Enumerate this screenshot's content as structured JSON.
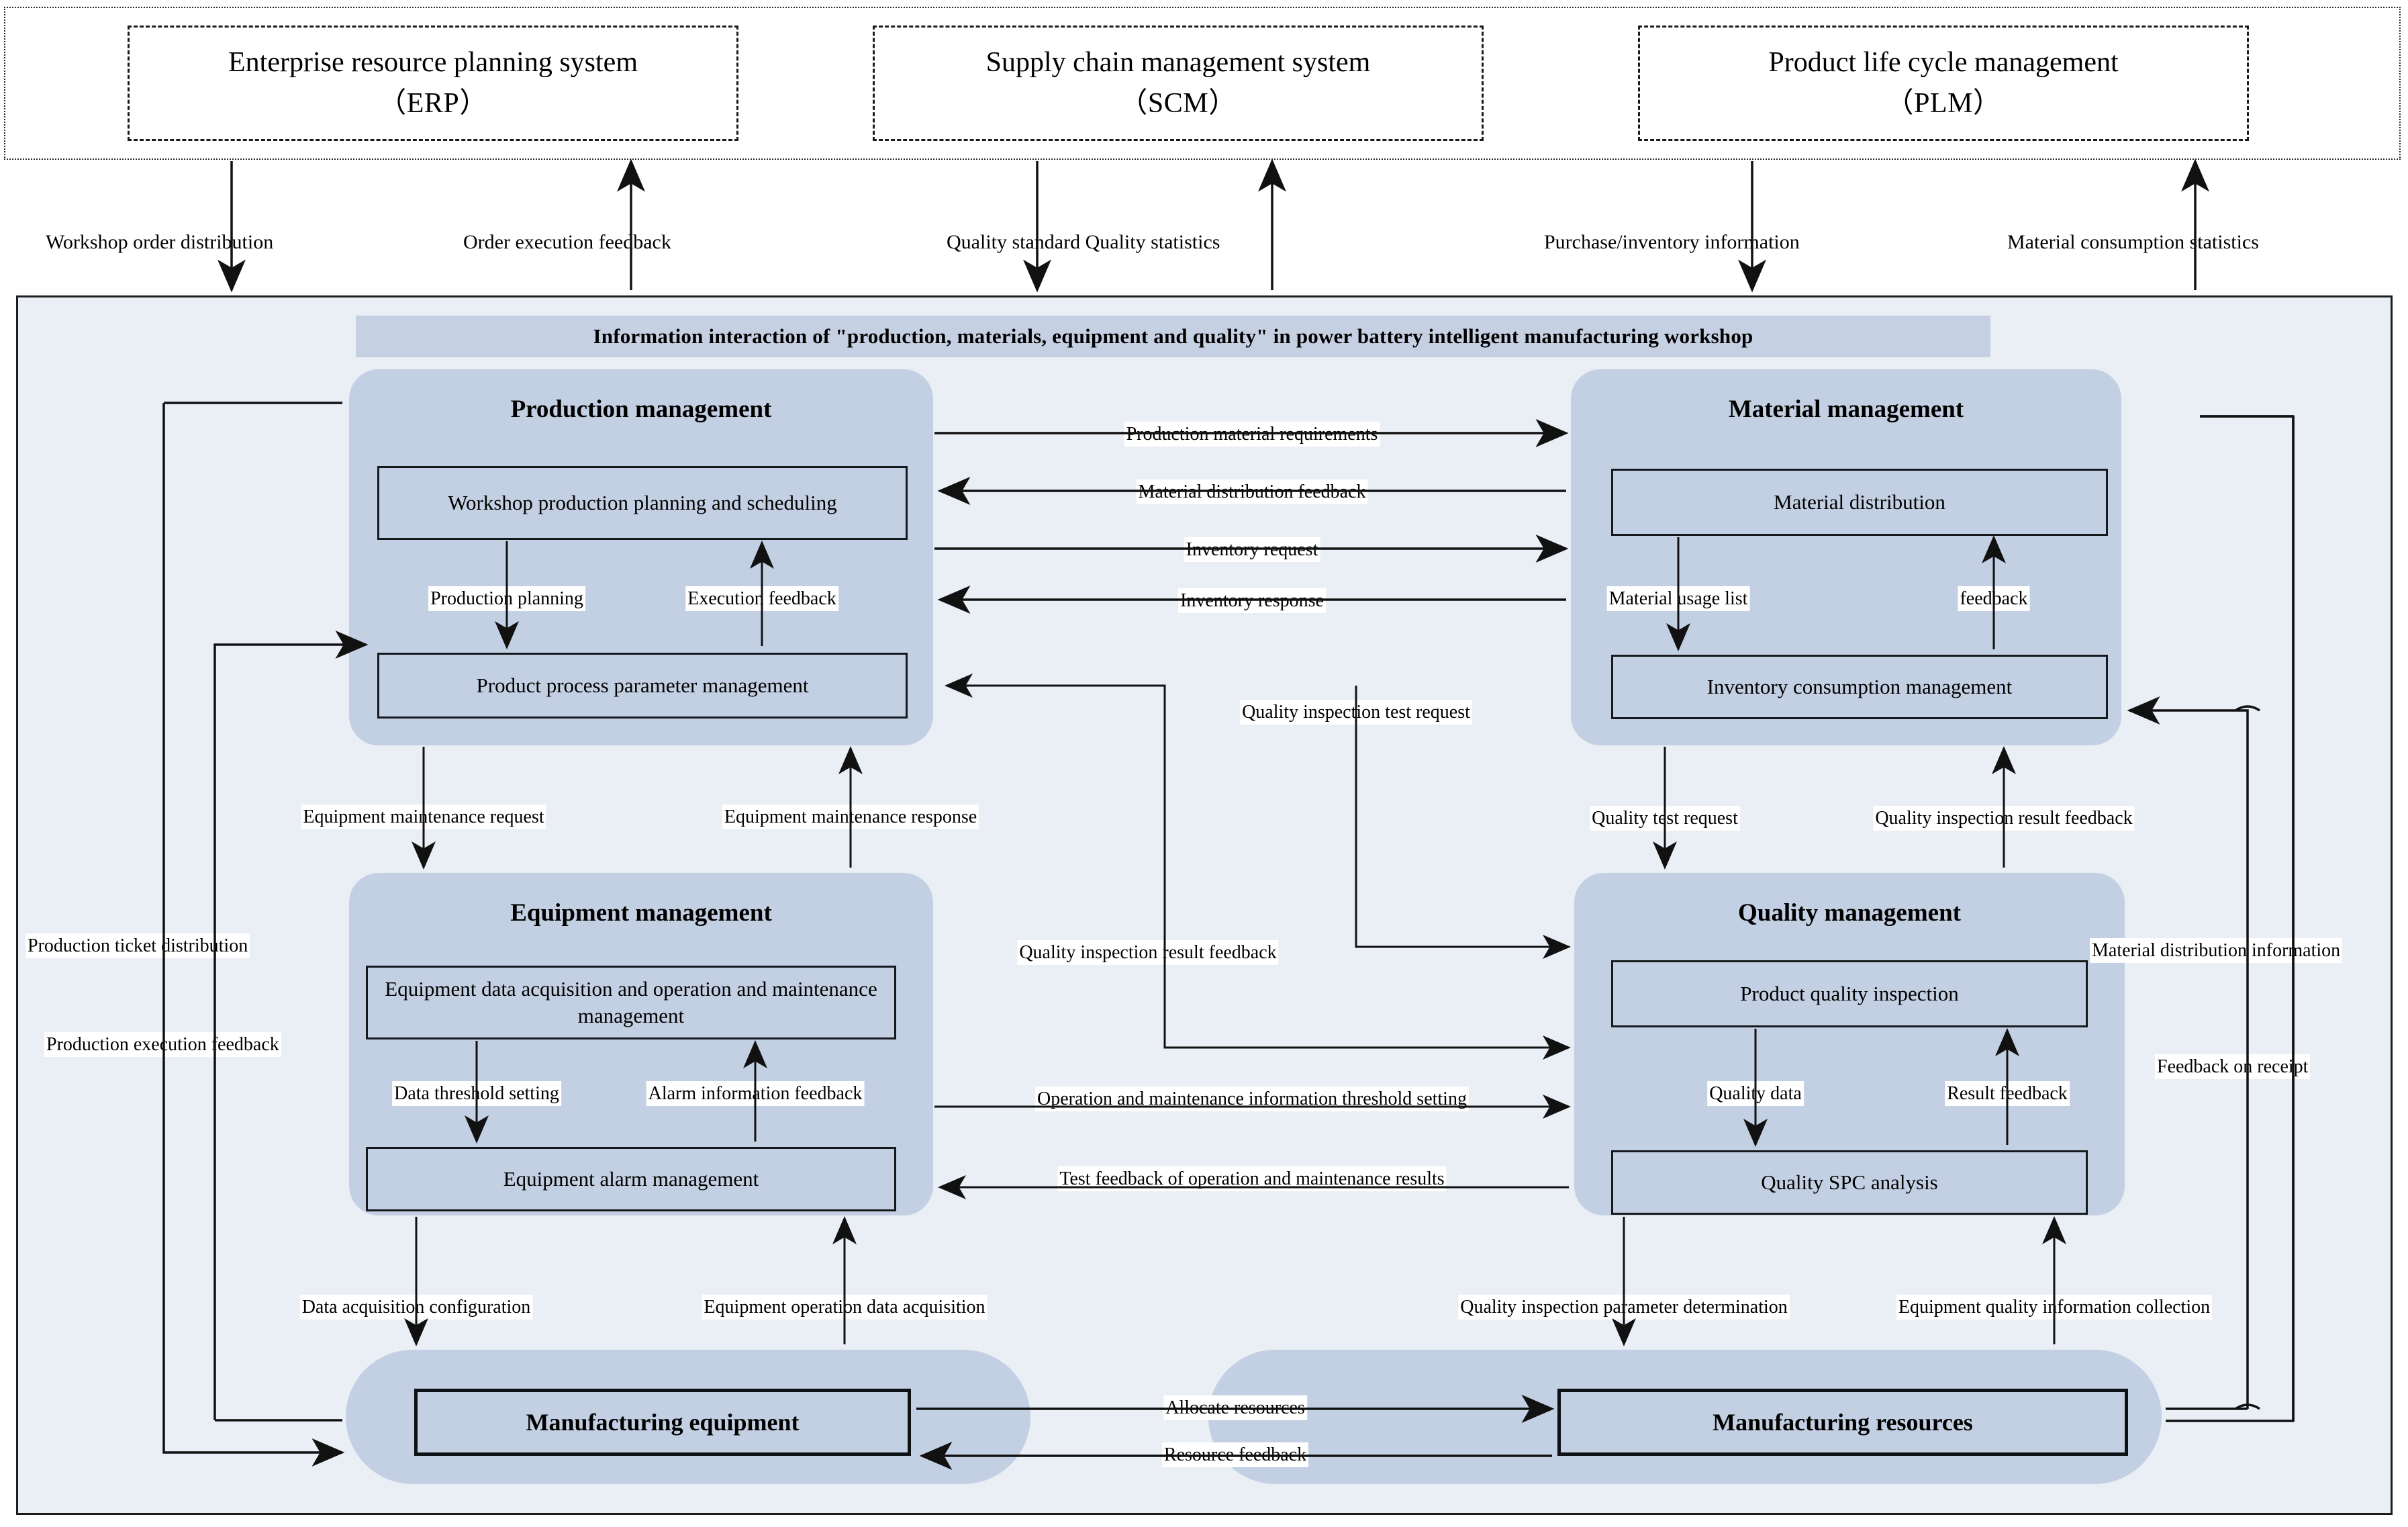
{
  "external_systems": [
    {
      "name": "erp",
      "line1": "Enterprise resource planning system",
      "line2": "（ERP）"
    },
    {
      "name": "scm",
      "line1": "Supply chain management system",
      "line2": "（SCM）"
    },
    {
      "name": "plm",
      "line1": "Product life cycle management",
      "line2": "（PLM）"
    }
  ],
  "external_flow_labels": [
    {
      "name": "workshop-order-distribution",
      "text": "Workshop order distribution"
    },
    {
      "name": "order-execution-feedback",
      "text": "Order execution feedback"
    },
    {
      "name": "quality-standard-quality-statistics",
      "text": "Quality standard Quality statistics"
    },
    {
      "name": "purchase-inventory-information",
      "text": "Purchase/inventory information"
    },
    {
      "name": "material-consumption-statistics",
      "text": "Material consumption statistics"
    }
  ],
  "workshop": {
    "title": "Information interaction of \"production, materials, equipment and quality\" in power battery intelligent manufacturing workshop"
  },
  "modules": {
    "production": {
      "title": "Production management",
      "sub1": "Workshop production planning and scheduling",
      "sub2": "Product process parameter management",
      "internal": [
        {
          "name": "production-planning",
          "text": "Production planning"
        },
        {
          "name": "execution-feedback",
          "text": "Execution feedback"
        }
      ]
    },
    "material": {
      "title": "Material management",
      "sub1": "Material distribution",
      "sub2": "Inventory consumption management",
      "internal": [
        {
          "name": "material-usage-list",
          "text": "Material usage list"
        },
        {
          "name": "feedback",
          "text": "feedback"
        }
      ]
    },
    "equipment": {
      "title": "Equipment management",
      "sub1": "Equipment data acquisition and operation and maintenance management",
      "sub2": "Equipment alarm management",
      "internal": [
        {
          "name": "data-threshold-setting",
          "text": "Data threshold setting"
        },
        {
          "name": "alarm-information-feedback",
          "text": "Alarm information feedback"
        }
      ]
    },
    "quality": {
      "title": "Quality management",
      "sub1": "Product quality inspection",
      "sub2": "Quality SPC analysis",
      "internal": [
        {
          "name": "quality-data",
          "text": "Quality data"
        },
        {
          "name": "result-feedback",
          "text": "Result feedback"
        }
      ]
    },
    "manufacturing_equipment": {
      "title": "Manufacturing equipment"
    },
    "manufacturing_resources": {
      "title": "Manufacturing resources"
    }
  },
  "flow_labels": {
    "production_material_requirements": "Production material requirements",
    "material_distribution_feedback": "Material distribution feedback",
    "inventory_request": "Inventory request",
    "inventory_response": "Inventory response",
    "equipment_maintenance_request": "Equipment maintenance request",
    "equipment_maintenance_response": "Equipment maintenance response",
    "quality_inspection_test_request": "Quality inspection test request",
    "quality_inspection_result_feedback_left": "Quality inspection result feedback",
    "quality_test_request": "Quality test request",
    "quality_inspection_result_feedback_right": "Quality inspection result feedback",
    "operation_maintenance_threshold_setting": "Operation and maintenance information threshold setting",
    "test_feedback_of_operation_and_maintenance_results": "Test feedback of operation and maintenance results",
    "production_ticket_distribution": "Production ticket distribution",
    "production_execution_feedback": "Production execution feedback",
    "material_distribution_information": "Material distribution information",
    "feedback_on_receipt": "Feedback on receipt",
    "data_acquisition_configuration": "Data acquisition configuration",
    "equipment_operation_data_acquisition": "Equipment operation data acquisition",
    "quality_inspection_parameter_determination": "Quality inspection parameter determination",
    "equipment_quality_information_collection": "Equipment quality information collection",
    "allocate_resources": "Allocate resources",
    "resource_feedback": "Resource feedback"
  },
  "colors": {
    "panel_fill": "#c3cfe2",
    "workshop_fill": "#eaeef5",
    "title_band": "#c5d0e2",
    "stroke": "#111111"
  }
}
